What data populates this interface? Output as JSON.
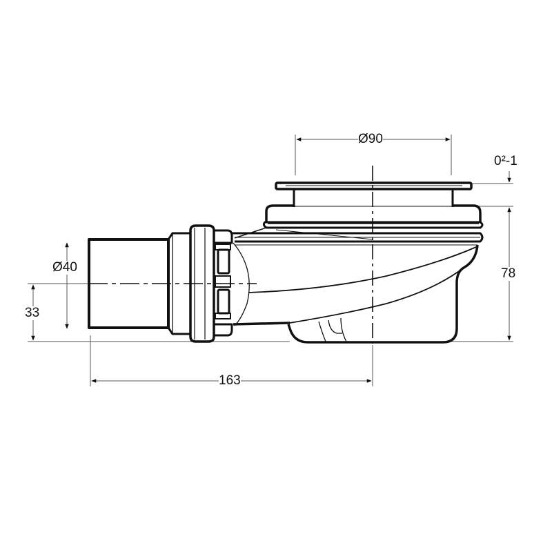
{
  "drawing": {
    "subject": "shower drain trap side view",
    "colors": {
      "outline": "#111111",
      "dimension_line": "#555555",
      "background": "#ffffff"
    }
  },
  "dimensions": {
    "grate_diameter": {
      "label": "Ø90",
      "value": 90,
      "type": "diameter"
    },
    "grate_offset": {
      "label": "0²-1",
      "value": "0-1",
      "type": "offset"
    },
    "body_height": {
      "label": "78",
      "value": 78,
      "type": "height"
    },
    "outlet_diameter": {
      "label": "Ø40",
      "value": 40,
      "type": "diameter"
    },
    "outlet_axis_height": {
      "label": "33",
      "value": 33,
      "type": "height"
    },
    "outlet_to_drain_axis": {
      "label": "163",
      "value": 163,
      "type": "length"
    }
  }
}
